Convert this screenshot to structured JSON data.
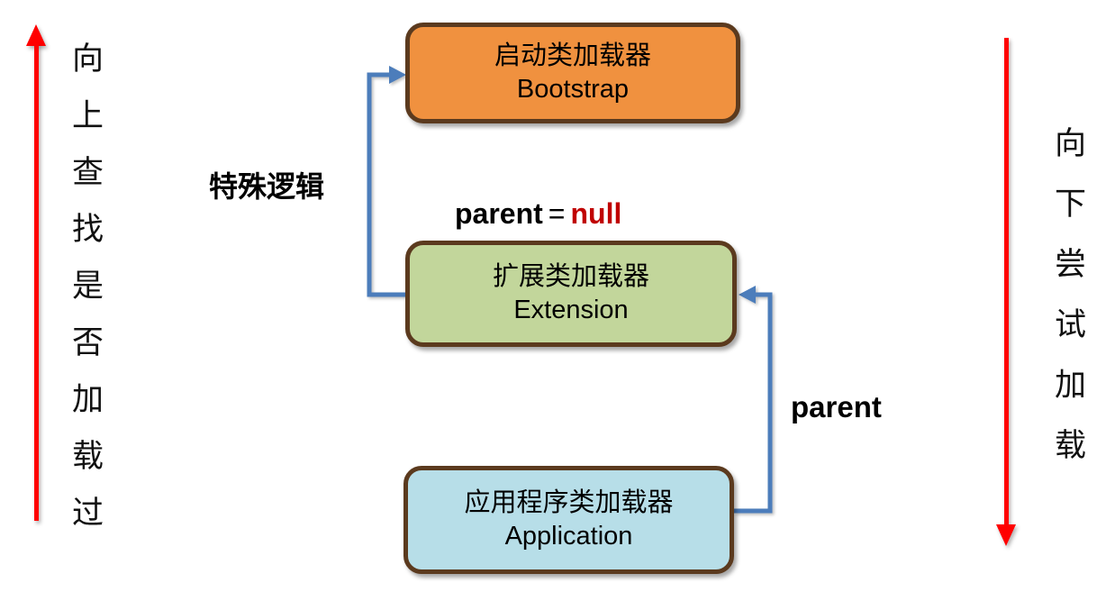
{
  "diagram": {
    "left_flow": {
      "label": "向上查找是否加载过",
      "direction": "up",
      "arrow_color": "#FF0000"
    },
    "right_flow": {
      "label": "向下尝试加载",
      "direction": "down",
      "arrow_color": "#FF0000"
    },
    "nodes": [
      {
        "id": "bootstrap",
        "title_zh": "启动类加载器",
        "title_en": "Bootstrap",
        "fill": "#F0913F",
        "border": "#5B3A1E"
      },
      {
        "id": "extension",
        "title_zh": "扩展类加载器",
        "title_en": "Extension",
        "fill": "#C2D69B",
        "border": "#5B3A1E"
      },
      {
        "id": "application",
        "title_zh": "应用程序类加载器",
        "title_en": "Application",
        "fill": "#B7DEE8",
        "border": "#5B3A1E"
      }
    ],
    "edges": [
      {
        "from": "extension",
        "to": "bootstrap",
        "color": "#4C7DBB"
      },
      {
        "from": "application",
        "to": "extension",
        "color": "#4C7DBB"
      }
    ],
    "labels": {
      "special_logic": "特殊逻辑",
      "parent_assignment": {
        "lhs": "parent",
        "eq": "=",
        "rhs": "null",
        "rhs_color": "#C00000"
      },
      "parent_edge": "parent"
    }
  }
}
